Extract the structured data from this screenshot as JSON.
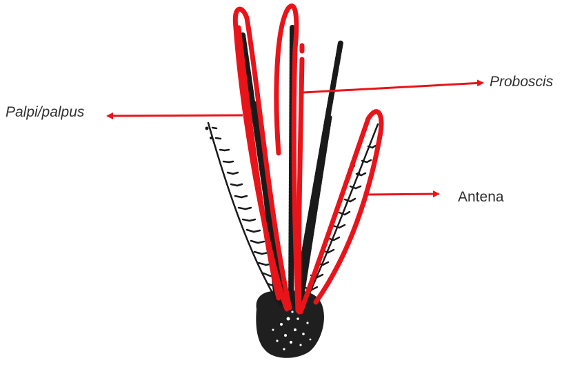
{
  "labels": {
    "palpi": "Palpi/palpus",
    "proboscis": "Proboscis",
    "antena": "Antena"
  },
  "colors": {
    "annotation": "#e8141a",
    "ink": "#1a1a1a",
    "text": "#2f2f2f"
  }
}
